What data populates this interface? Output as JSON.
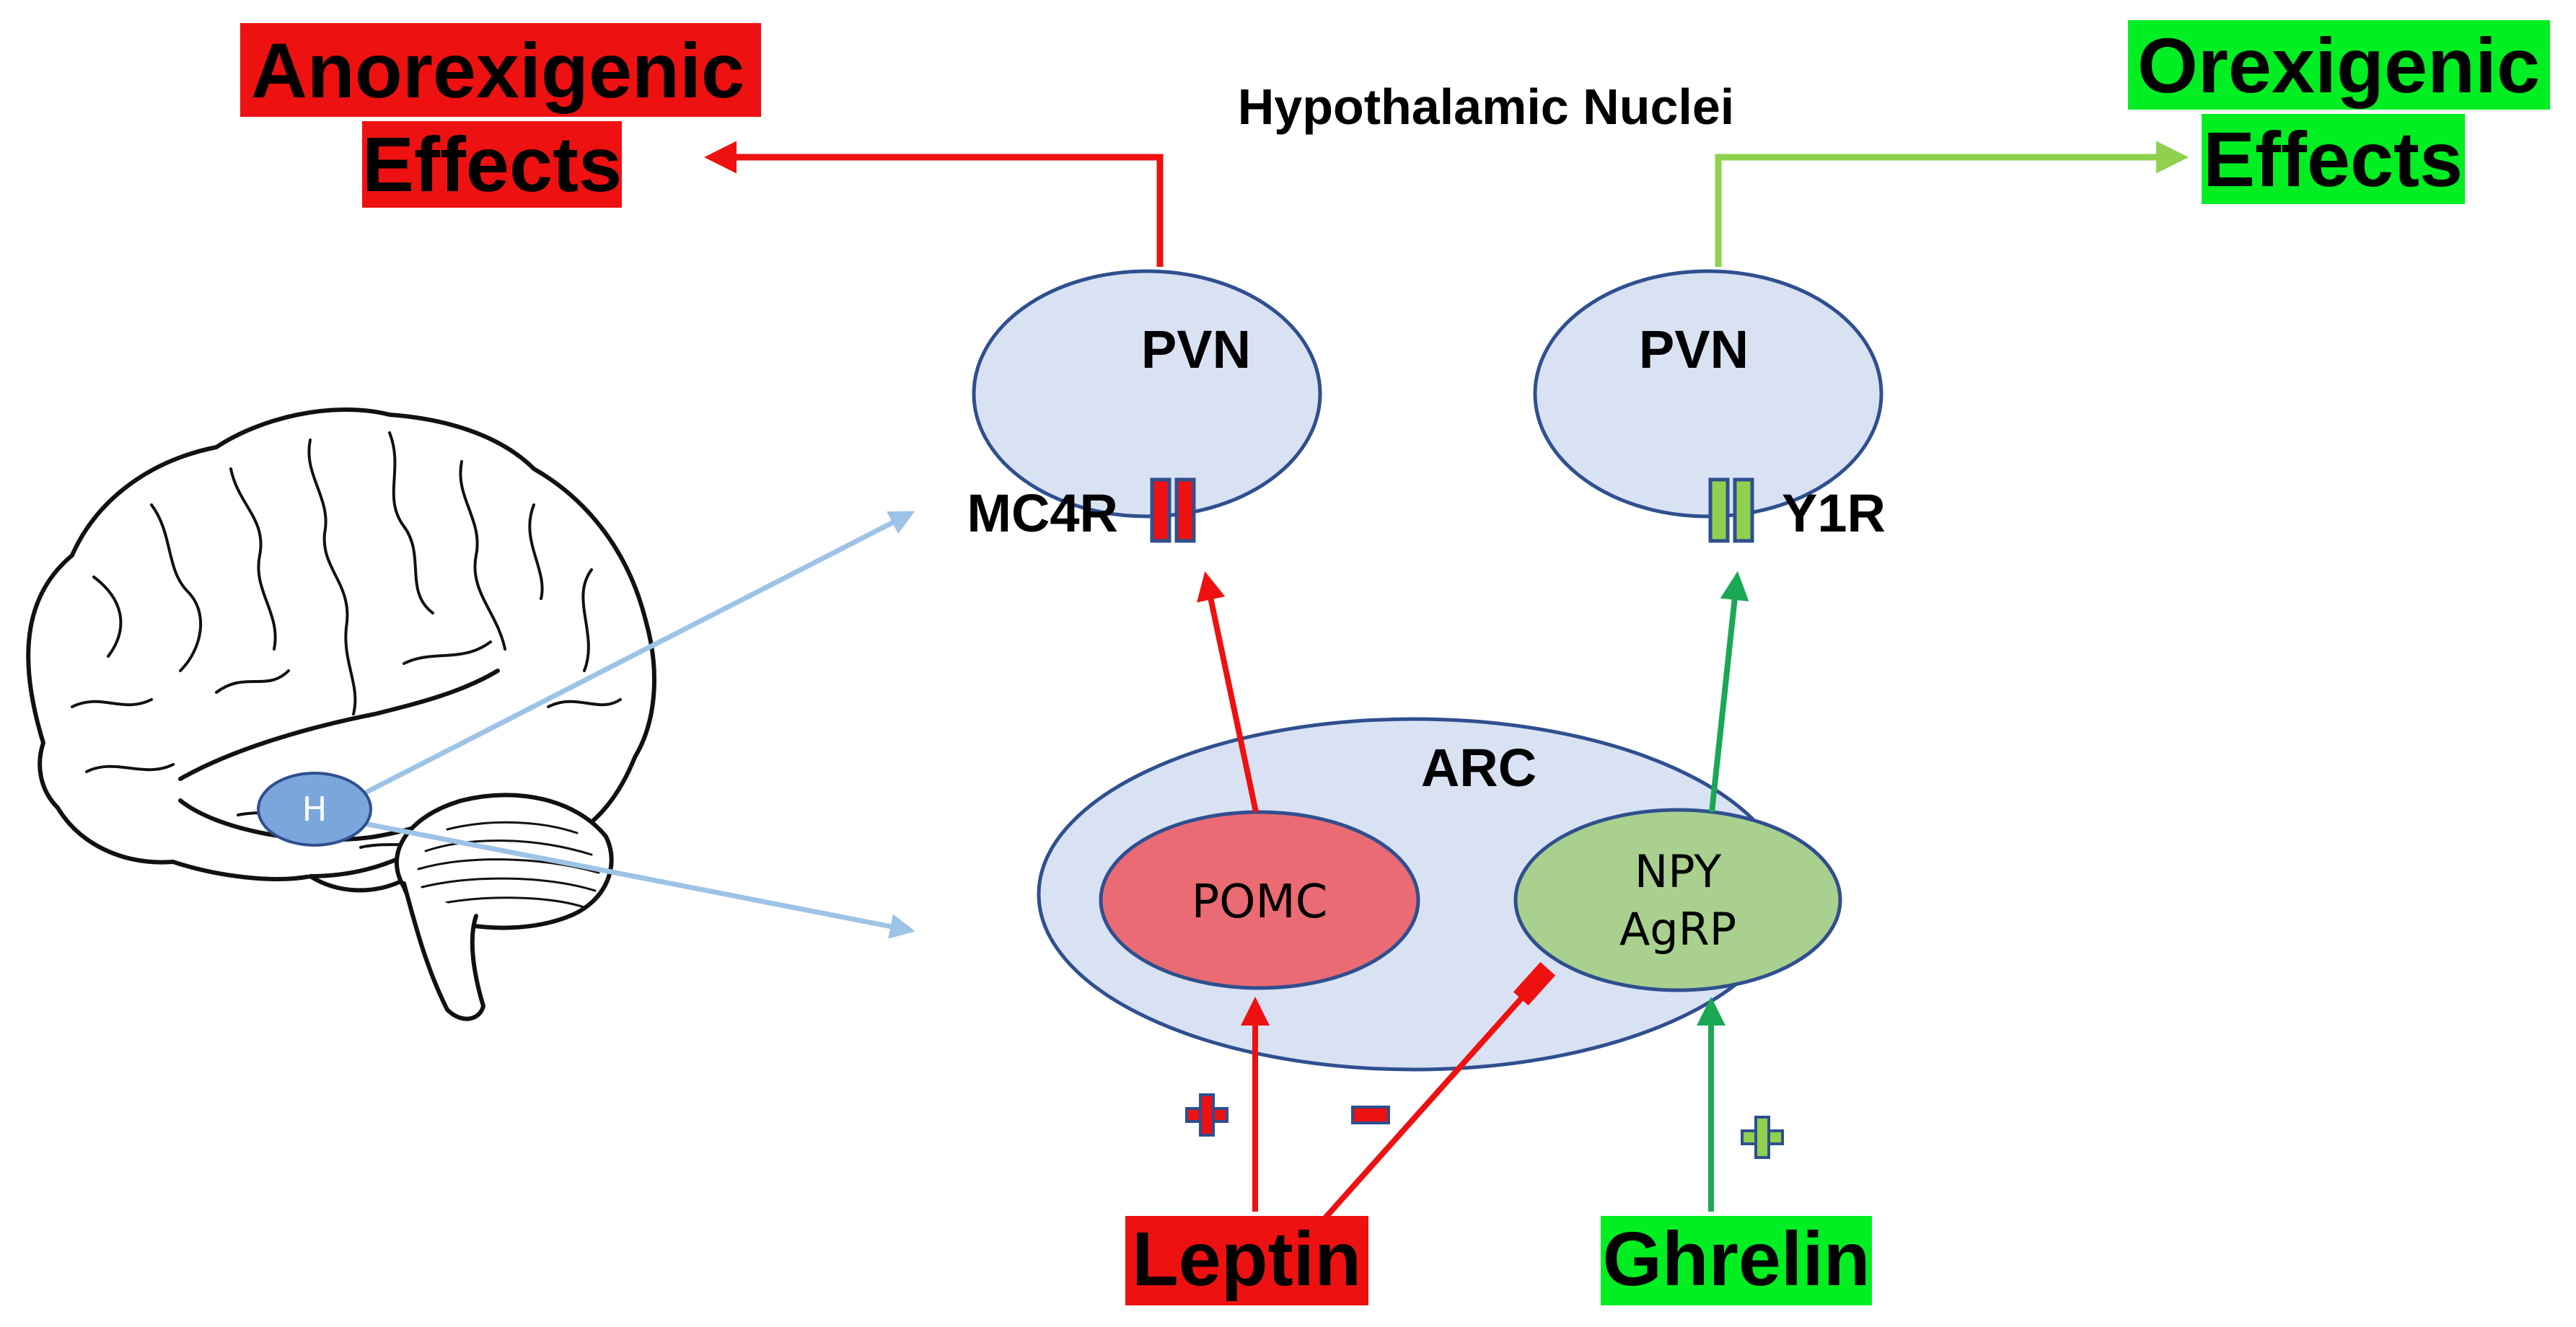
{
  "header": {
    "title": "Hypothalamic Nuclei"
  },
  "effects": {
    "anorexigenic": {
      "line1": "Anorexigenic",
      "line2": "Effects"
    },
    "orexigenic": {
      "line1": "Orexigenic",
      "line2": "Effects"
    }
  },
  "nuclei": {
    "pvn_left": "PVN",
    "pvn_right": "PVN",
    "arc": "ARC",
    "pomc": "POMC",
    "npy_line1": "NPY",
    "npy_line2": "AgRP"
  },
  "receptors": {
    "mc4r": "MC4R",
    "y1r": "Y1R"
  },
  "hormones": {
    "leptin": "Leptin",
    "ghrelin": "Ghrelin"
  },
  "brain": {
    "hypothalamus_label": "H"
  },
  "colors": {
    "red": "#ee1111",
    "green": "#00ee22",
    "light_green": "#8fd14f",
    "dark_green": "#1aa855",
    "nucleus_fill": "#d9e2f3",
    "nucleus_stroke": "#2f4f8f",
    "pomc_fill": "#ea6b73",
    "npy_fill": "#a9d08e",
    "brain_pointer": "#9dc3e6",
    "hypothalamus_fill": "#7aa6dc"
  }
}
